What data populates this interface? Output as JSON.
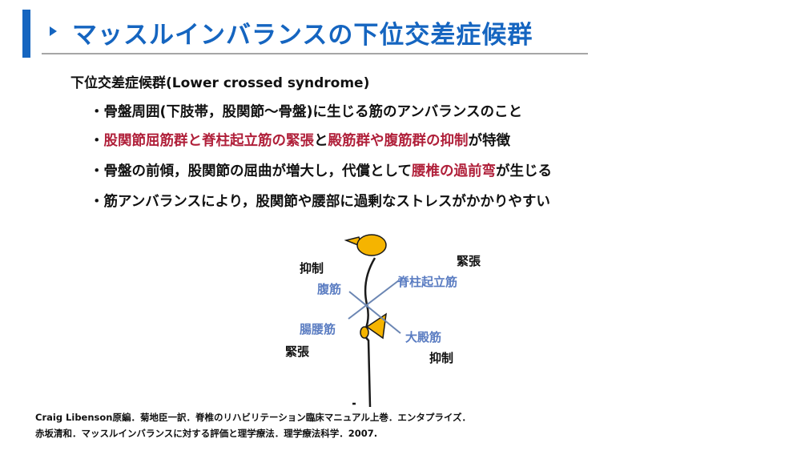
{
  "title": "マッスルインバランスの下位交差症候群",
  "heading": "下位交差症候群(Lower crossed syndrome)",
  "bullets": [
    {
      "prefix": "・",
      "parts": [
        {
          "text": "骨盤周囲(下肢帯，股関節～骨盤)に生じる筋のアンバランスのこと",
          "red": false
        }
      ]
    },
    {
      "prefix": "・",
      "parts": [
        {
          "text": "股関節屈筋群と脊柱起立筋の緊張",
          "red": true
        },
        {
          "text": "と",
          "red": false
        },
        {
          "text": "殿筋群や腹筋群の抑制",
          "red": true
        },
        {
          "text": "が特徴",
          "red": false
        }
      ]
    },
    {
      "prefix": "・",
      "parts": [
        {
          "text": "骨盤の前傾，股関節の屈曲が増大し，代償として",
          "red": false
        },
        {
          "text": "腰椎の過前弯",
          "red": true
        },
        {
          "text": "が生じる",
          "red": false
        }
      ]
    },
    {
      "prefix": "・",
      "parts": [
        {
          "text": "筋アンバランスにより，股関節や腰部に過剰なストレスがかかりやすい",
          "red": false
        }
      ]
    }
  ],
  "diagram": {
    "labels": {
      "inhibit_top": "抑制",
      "tight_top": "緊張",
      "abdominals": "腹筋",
      "erector_spinae": "脊柱起立筋",
      "iliopsoas": "腸腰筋",
      "gluteus_maximus": "大殿筋",
      "tight_bottom": "緊張",
      "inhibit_bottom": "抑制"
    },
    "colors": {
      "shape_fill": "#f5b400",
      "muscle_label": "#5b7dc2",
      "line": "#1a1a1a",
      "cross": "#6b86b3"
    }
  },
  "references": [
    "Craig Libenson原編．菊地臣一訳．脊椎のリハビリテーション臨床マニュアル上巻．エンタプライズ．",
    "赤坂清和．マッスルインバランスに対する評価と理学療法．理学療法科学．2007."
  ],
  "colors": {
    "title": "#1565c0",
    "accent_red": "#b0203a",
    "rule": "#a6a6a6"
  }
}
